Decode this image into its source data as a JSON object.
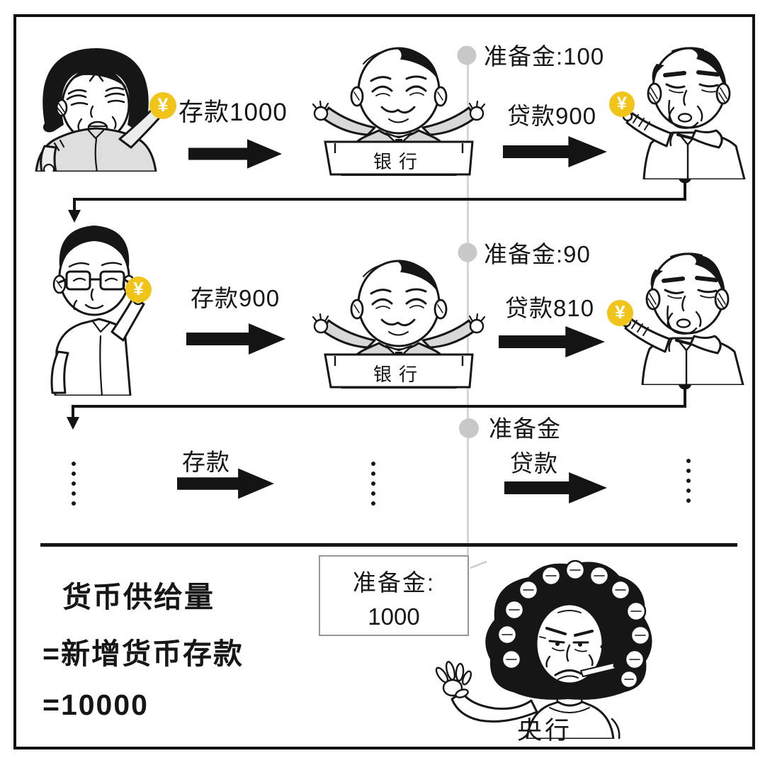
{
  "rows": [
    {
      "deposit": "存款1000",
      "reserve": "准备金:100",
      "loan": "贷款900",
      "bank": "银行"
    },
    {
      "deposit": "存款900",
      "reserve": "准备金:90",
      "loan": "贷款810",
      "bank": "银行"
    },
    {
      "deposit": "存款",
      "reserve": "准备金",
      "loan": "贷款"
    }
  ],
  "coin_symbol": "¥",
  "summary": {
    "line1": "货币供给量",
    "line2": "=新增货币存款",
    "line3": "=10000"
  },
  "reserve_box": {
    "label": "准备金:",
    "value": "1000"
  },
  "central_bank": {
    "label": "央行"
  },
  "colors": {
    "coin": "#f0c419",
    "ink": "#161616",
    "gray_line": "#d6d6d6",
    "gray_dot": "#c8c8c8"
  }
}
